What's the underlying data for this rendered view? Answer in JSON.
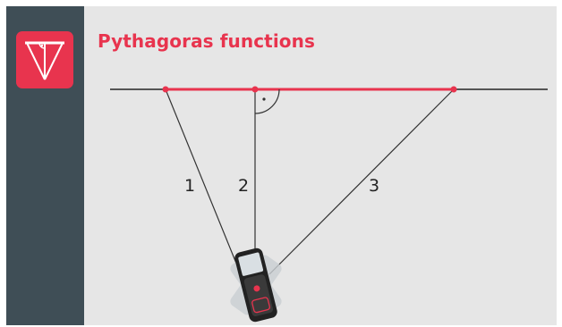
{
  "header": {
    "title": "Pythagoras functions"
  },
  "icons": {
    "app": "pythagoras-function-icon",
    "device": "laser-distance-meter-icon"
  },
  "diagram": {
    "labels": [
      "1",
      "2",
      "3"
    ],
    "right_angle_marker": true
  },
  "colors": {
    "accent": "#e8344e",
    "sidebar": "#3f4e56",
    "background": "#e6e6e6",
    "line": "#555555"
  }
}
